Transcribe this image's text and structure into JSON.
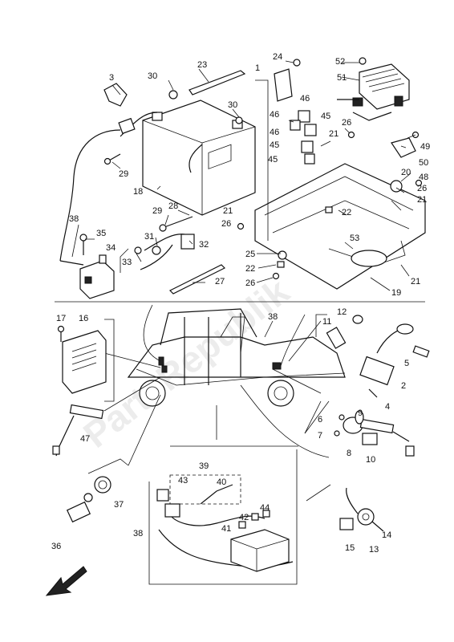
{
  "watermark": "PartsRepublik",
  "labels": [
    {
      "id": "1",
      "text": "1"
    },
    {
      "id": "2",
      "text": "2"
    },
    {
      "id": "3",
      "text": "3"
    },
    {
      "id": "4",
      "text": "4"
    },
    {
      "id": "5",
      "text": "5"
    },
    {
      "id": "6",
      "text": "6"
    },
    {
      "id": "7",
      "text": "7"
    },
    {
      "id": "8",
      "text": "8"
    },
    {
      "id": "9",
      "text": "9"
    },
    {
      "id": "10",
      "text": "10"
    },
    {
      "id": "11",
      "text": "11"
    },
    {
      "id": "12",
      "text": "12"
    },
    {
      "id": "13",
      "text": "13"
    },
    {
      "id": "14",
      "text": "14"
    },
    {
      "id": "15",
      "text": "15"
    },
    {
      "id": "16",
      "text": "16"
    },
    {
      "id": "17",
      "text": "17"
    },
    {
      "id": "18",
      "text": "18"
    },
    {
      "id": "19",
      "text": "19"
    },
    {
      "id": "20",
      "text": "20"
    },
    {
      "id": "21a",
      "text": "21"
    },
    {
      "id": "21b",
      "text": "21"
    },
    {
      "id": "21c",
      "text": "21"
    },
    {
      "id": "21d",
      "text": "21"
    },
    {
      "id": "22a",
      "text": "22"
    },
    {
      "id": "22b",
      "text": "22"
    },
    {
      "id": "23",
      "text": "23"
    },
    {
      "id": "24",
      "text": "24"
    },
    {
      "id": "25",
      "text": "25"
    },
    {
      "id": "26a",
      "text": "26"
    },
    {
      "id": "26b",
      "text": "26"
    },
    {
      "id": "26c",
      "text": "26"
    },
    {
      "id": "26d",
      "text": "26"
    },
    {
      "id": "27",
      "text": "27"
    },
    {
      "id": "28",
      "text": "28"
    },
    {
      "id": "29a",
      "text": "29"
    },
    {
      "id": "29b",
      "text": "29"
    },
    {
      "id": "30a",
      "text": "30"
    },
    {
      "id": "30b",
      "text": "30"
    },
    {
      "id": "31",
      "text": "31"
    },
    {
      "id": "32",
      "text": "32"
    },
    {
      "id": "33",
      "text": "33"
    },
    {
      "id": "34",
      "text": "34"
    },
    {
      "id": "35",
      "text": "35"
    },
    {
      "id": "36",
      "text": "36"
    },
    {
      "id": "37",
      "text": "37"
    },
    {
      "id": "38a",
      "text": "38"
    },
    {
      "id": "38b",
      "text": "38"
    },
    {
      "id": "38c",
      "text": "38"
    },
    {
      "id": "39",
      "text": "39"
    },
    {
      "id": "40",
      "text": "40"
    },
    {
      "id": "41",
      "text": "41"
    },
    {
      "id": "42",
      "text": "42"
    },
    {
      "id": "43",
      "text": "43"
    },
    {
      "id": "44",
      "text": "44"
    },
    {
      "id": "45a",
      "text": "45"
    },
    {
      "id": "45b",
      "text": "45"
    },
    {
      "id": "45c",
      "text": "45"
    },
    {
      "id": "46a",
      "text": "46"
    },
    {
      "id": "46b",
      "text": "46"
    },
    {
      "id": "46c",
      "text": "46"
    },
    {
      "id": "47",
      "text": "47"
    },
    {
      "id": "48",
      "text": "48"
    },
    {
      "id": "49",
      "text": "49"
    },
    {
      "id": "50",
      "text": "50"
    },
    {
      "id": "51",
      "text": "51"
    },
    {
      "id": "52",
      "text": "52"
    },
    {
      "id": "53",
      "text": "53"
    }
  ]
}
